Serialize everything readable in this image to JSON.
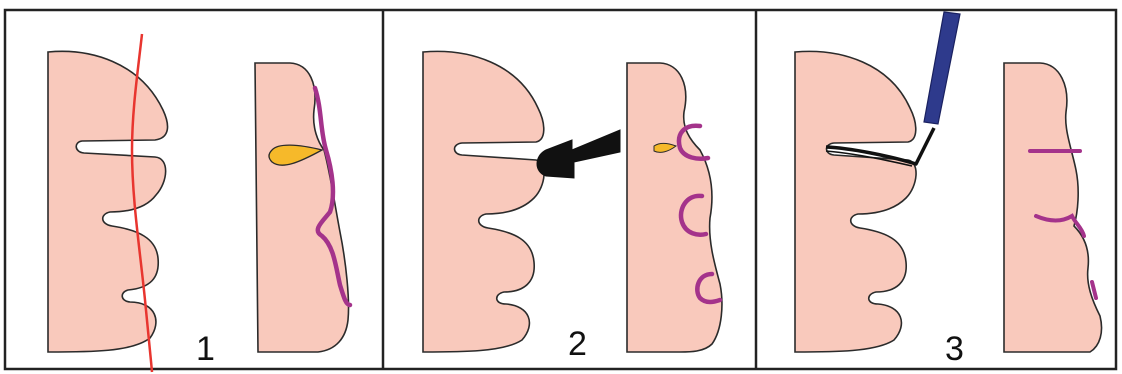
{
  "panels": [
    {
      "number": "1"
    },
    {
      "number": "2"
    },
    {
      "number": "3"
    }
  ],
  "colors": {
    "tissue": "#f9c9bc",
    "outline": "#2b2b2b",
    "red_line": "#e8352f",
    "purple_line": "#a4338b",
    "yellow_fill": "#f6b92a",
    "black_tool": "#111111",
    "blue_instrument": "#2e3a8c",
    "border": "#222222"
  },
  "icons": {
    "panel1": [
      "tissue-section-icon",
      "cut-line-icon",
      "purple-contour-icon",
      "yellow-cavity-icon"
    ],
    "panel2": [
      "tissue-section-icon",
      "black-tool-icon",
      "purple-contour-icon"
    ],
    "panel3": [
      "tissue-section-icon",
      "blue-instrument-icon",
      "purple-contour-icon"
    ]
  }
}
